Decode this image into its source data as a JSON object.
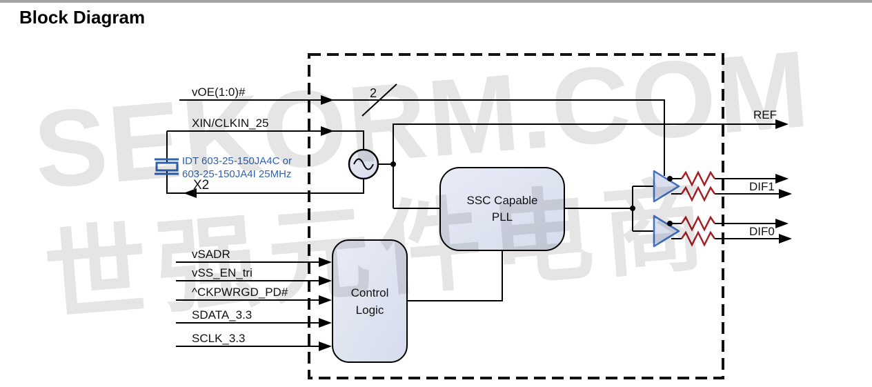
{
  "page": {
    "title": "Block Diagram"
  },
  "watermark": {
    "line1": "SEKORM.COM",
    "line2": "世强元件电商"
  },
  "chip": {
    "blocks": {
      "pll": {
        "line1": "SSC Capable",
        "line2": "PLL"
      },
      "control_logic": {
        "line1": "Control",
        "line2": "Logic"
      }
    }
  },
  "inputs": {
    "voe": {
      "label": "vOE(1:0)#",
      "bus_width": "2"
    },
    "xin": {
      "label": "XIN/CLKIN_25"
    },
    "vsadr": {
      "label": "vSADR"
    },
    "vss_en_tri": {
      "label": "vSS_EN_tri"
    },
    "ckpwrgd_pd": {
      "label": "^CKPWRGD_PD#"
    },
    "sdata": {
      "label": "SDATA_3.3"
    },
    "sclk": {
      "label": "SCLK_3.3"
    }
  },
  "outputs": {
    "ref": {
      "label": "REF"
    },
    "dif1": {
      "label": "DIF1"
    },
    "dif0": {
      "label": "DIF0"
    }
  },
  "crystal": {
    "part_line1": "IDT 603-25-150JA4C or",
    "part_line2": "603-25-150JA4I 25MHz",
    "designator": "X2"
  },
  "icons": {
    "oscillator": "sine-wave-circle-icon",
    "crystal": "quartz-crystal-icon",
    "output_buffer": "triangle-buffer-icon",
    "resistor": "zigzag-resistor-icon",
    "bus_width_mark": "slash-icon",
    "signal_arrow": "arrowhead-icon"
  },
  "colors": {
    "wire": "#000000",
    "chip_boundary": "#111111",
    "block_fill_light": "#e7eaf4",
    "block_fill_dark": "#d6dcec",
    "block_border": "#000000",
    "buffer_stroke": "#4472c4",
    "resistor_red": "#a61f24",
    "crystal_blue": "#2e62b0",
    "watermark_gray": "#e8e8e8",
    "top_rule_gray": "#a3a3a3"
  }
}
